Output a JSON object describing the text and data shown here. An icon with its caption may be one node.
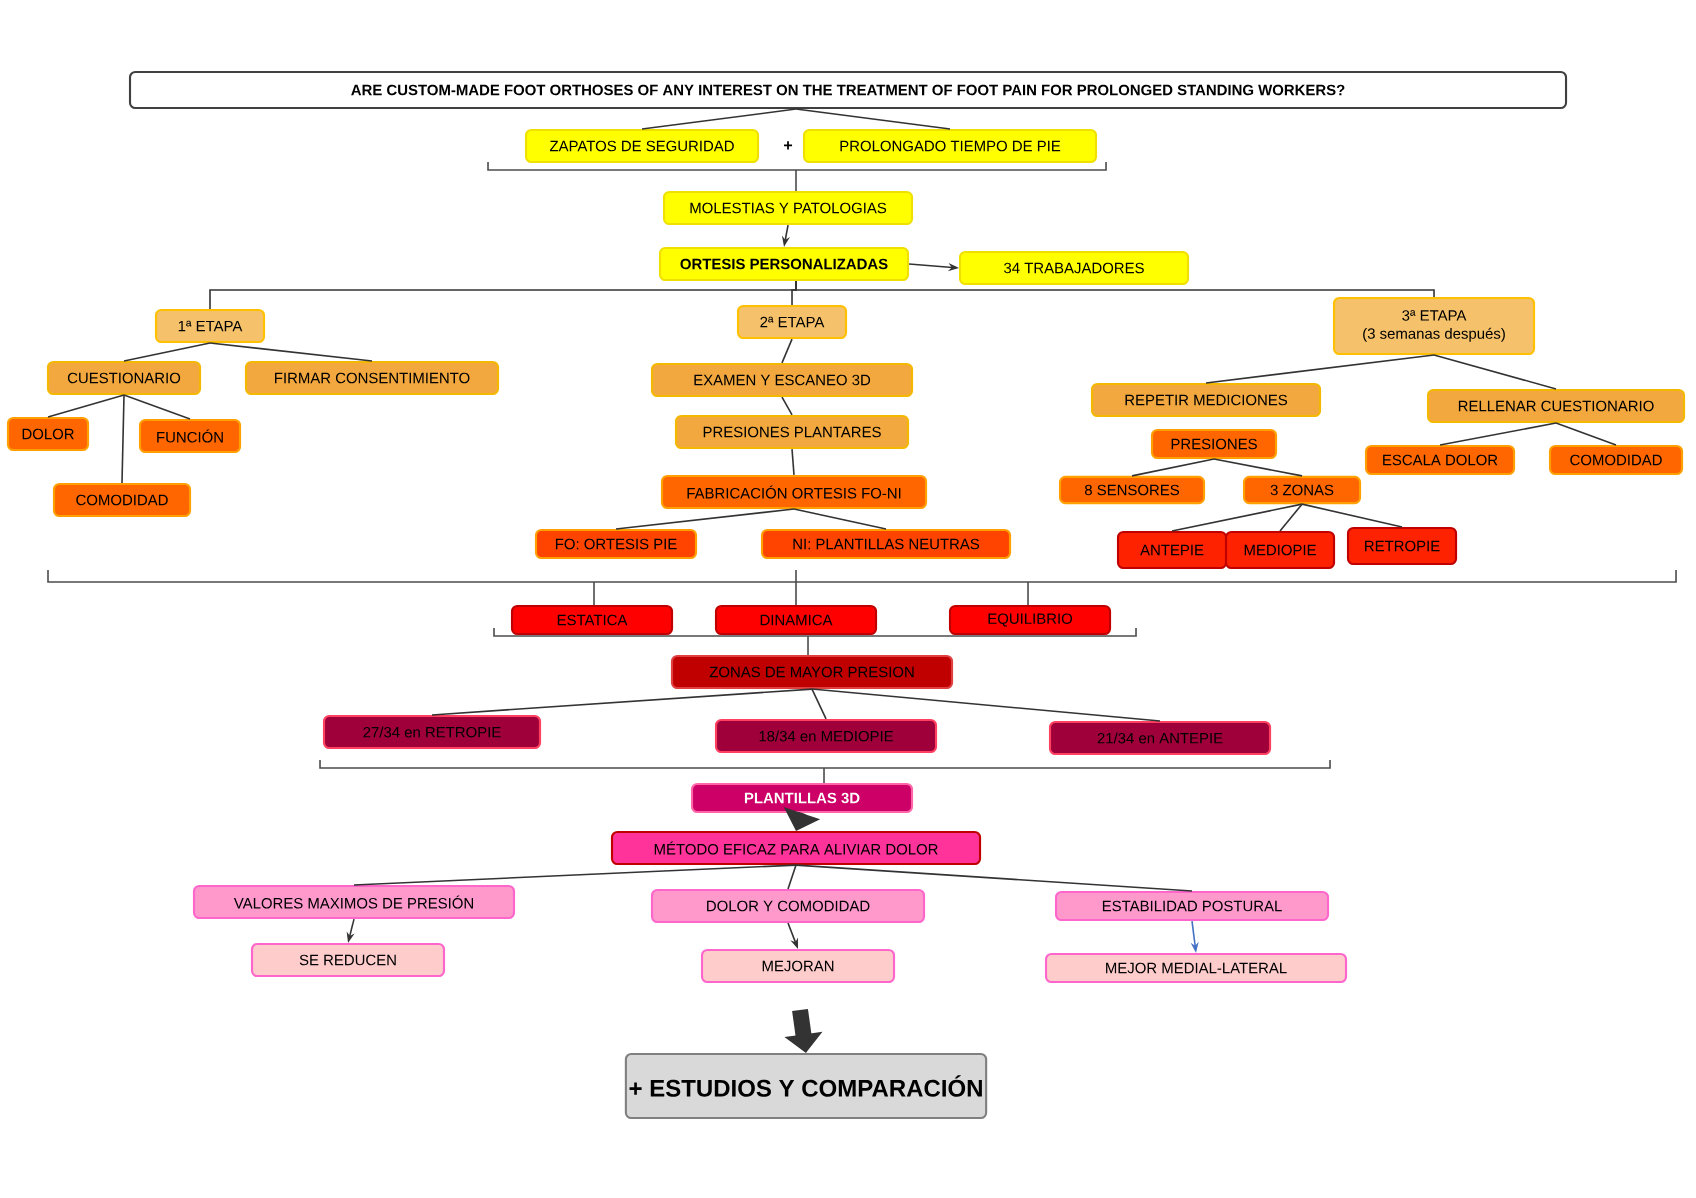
{
  "diagram": {
    "nodes": [
      {
        "text": [
          "ARE CUSTOM-MADE FOOT ORTHOSES OF ANY INTEREST ON THE TREATMENT OF FOOT PAIN FOR PROLONGED STANDING WORKERS?"
        ]
      },
      {
        "text": [
          "ZAPATOS DE SEGURIDAD"
        ]
      },
      {
        "text": [
          "PROLONGADO TIEMPO DE PIE"
        ]
      },
      {
        "text": [
          "MOLESTIAS Y PATOLOGIAS"
        ]
      },
      {
        "text": [
          "ORTESIS PERSONALIZADAS"
        ]
      },
      {
        "text": [
          "34 TRABAJADORES"
        ]
      },
      {
        "text": [
          "1ª ETAPA"
        ]
      },
      {
        "text": [
          "CUESTIONARIO"
        ]
      },
      {
        "text": [
          "FIRMAR CONSENTIMIENTO"
        ]
      },
      {
        "text": [
          "DOLOR"
        ]
      },
      {
        "text": [
          "FUNCIÓN"
        ]
      },
      {
        "text": [
          "COMODIDAD"
        ]
      },
      {
        "text": [
          "2ª ETAPA"
        ]
      },
      {
        "text": [
          "EXAMEN Y ESCANEO 3D"
        ]
      },
      {
        "text": [
          "PRESIONES PLANTARES"
        ]
      },
      {
        "text": [
          "FABRICACIÓN ORTESIS FO-NI"
        ]
      },
      {
        "text": [
          "FO: ORTESIS PIE"
        ]
      },
      {
        "text": [
          "NI: PLANTILLAS NEUTRAS"
        ]
      },
      {
        "text": [
          "3ª ETAPA",
          "(3 semanas después)"
        ]
      },
      {
        "text": [
          "REPETIR MEDICIONES"
        ]
      },
      {
        "text": [
          "RELLENAR CUESTIONARIO"
        ]
      },
      {
        "text": [
          "PRESIONES"
        ]
      },
      {
        "text": [
          "8 SENSORES"
        ]
      },
      {
        "text": [
          "3 ZONAS"
        ]
      },
      {
        "text": [
          "ANTEPIE"
        ]
      },
      {
        "text": [
          "MEDIOPIE"
        ]
      },
      {
        "text": [
          "RETROPIE"
        ]
      },
      {
        "text": [
          "ESCALA DOLOR"
        ]
      },
      {
        "text": [
          "COMODIDAD"
        ]
      },
      {
        "text": [
          "ESTATICA"
        ]
      },
      {
        "text": [
          "DINAMICA"
        ]
      },
      {
        "text": [
          "EQUILIBRIO"
        ]
      },
      {
        "text": [
          "ZONAS DE MAYOR PRESION"
        ]
      },
      {
        "text": [
          "27/34 en RETROPIE"
        ]
      },
      {
        "text": [
          "18/34 en MEDIOPIE"
        ]
      },
      {
        "text": [
          "21/34 en ANTEPIE"
        ]
      },
      {
        "text": [
          "PLANTILLAS 3D"
        ]
      },
      {
        "text": [
          "MÉTODO EFICAZ PARA ALIVIAR DOLOR"
        ]
      },
      {
        "text": [
          "VALORES MAXIMOS DE PRESIÓN"
        ]
      },
      {
        "text": [
          "DOLOR Y COMODIDAD"
        ]
      },
      {
        "text": [
          "ESTABILIDAD POSTURAL"
        ]
      },
      {
        "text": [
          "SE REDUCEN"
        ]
      },
      {
        "text": [
          "MEJORAN"
        ]
      },
      {
        "text": [
          "MEJOR MEDIAL-LATERAL"
        ]
      },
      {
        "text": [
          "+ ESTUDIOS Y COMPARACIÓN"
        ]
      }
    ],
    "edges": [
      {
        "from": 0,
        "to": 1,
        "arrow": "none"
      },
      {
        "from": 0,
        "to": 2,
        "arrow": "none"
      },
      {
        "from": 3,
        "to": 4,
        "arrow": "to"
      },
      {
        "from": 4,
        "to": 5,
        "arrow": "to"
      },
      {
        "from": 4,
        "to": 6,
        "arrow": "none"
      },
      {
        "from": 4,
        "to": 12,
        "arrow": "none"
      },
      {
        "from": 4,
        "to": 18,
        "arrow": "none"
      },
      {
        "from": 6,
        "to": 7,
        "arrow": "none"
      },
      {
        "from": 6,
        "to": 8,
        "arrow": "none"
      },
      {
        "from": 7,
        "to": 9,
        "arrow": "none"
      },
      {
        "from": 7,
        "to": 10,
        "arrow": "none"
      },
      {
        "from": 7,
        "to": 11,
        "arrow": "none"
      },
      {
        "from": 12,
        "to": 13,
        "arrow": "none"
      },
      {
        "from": 13,
        "to": 14,
        "arrow": "none"
      },
      {
        "from": 14,
        "to": 15,
        "arrow": "none"
      },
      {
        "from": 15,
        "to": 16,
        "arrow": "none"
      },
      {
        "from": 15,
        "to": 17,
        "arrow": "none"
      },
      {
        "from": 18,
        "to": 19,
        "arrow": "none"
      },
      {
        "from": 18,
        "to": 20,
        "arrow": "none"
      },
      {
        "from": 21,
        "to": 22,
        "arrow": "none"
      },
      {
        "from": 21,
        "to": 23,
        "arrow": "none"
      },
      {
        "from": 23,
        "to": 24,
        "arrow": "none"
      },
      {
        "from": 23,
        "to": 25,
        "arrow": "none"
      },
      {
        "from": 23,
        "to": 26,
        "arrow": "none"
      },
      {
        "from": 20,
        "to": 27,
        "arrow": "none"
      },
      {
        "from": 20,
        "to": 28,
        "arrow": "none"
      },
      {
        "from": 32,
        "to": 33,
        "arrow": "none"
      },
      {
        "from": 32,
        "to": 34,
        "arrow": "none"
      },
      {
        "from": 32,
        "to": 35,
        "arrow": "none"
      },
      {
        "from": 36,
        "to": 37,
        "arrow": "to",
        "style": "thick"
      },
      {
        "from": 37,
        "to": 38,
        "arrow": "none"
      },
      {
        "from": 37,
        "to": 39,
        "arrow": "none"
      },
      {
        "from": 37,
        "to": 40,
        "arrow": "none"
      },
      {
        "from": 38,
        "to": 41,
        "arrow": "to"
      },
      {
        "from": 39,
        "to": 42,
        "arrow": "to"
      },
      {
        "from": 40,
        "to": 43,
        "arrow": "to",
        "color": "#4472c4"
      },
      {
        "from": null,
        "to": 44,
        "arrow": "to",
        "style": "thick"
      }
    ],
    "labels": [
      "+"
    ]
  }
}
